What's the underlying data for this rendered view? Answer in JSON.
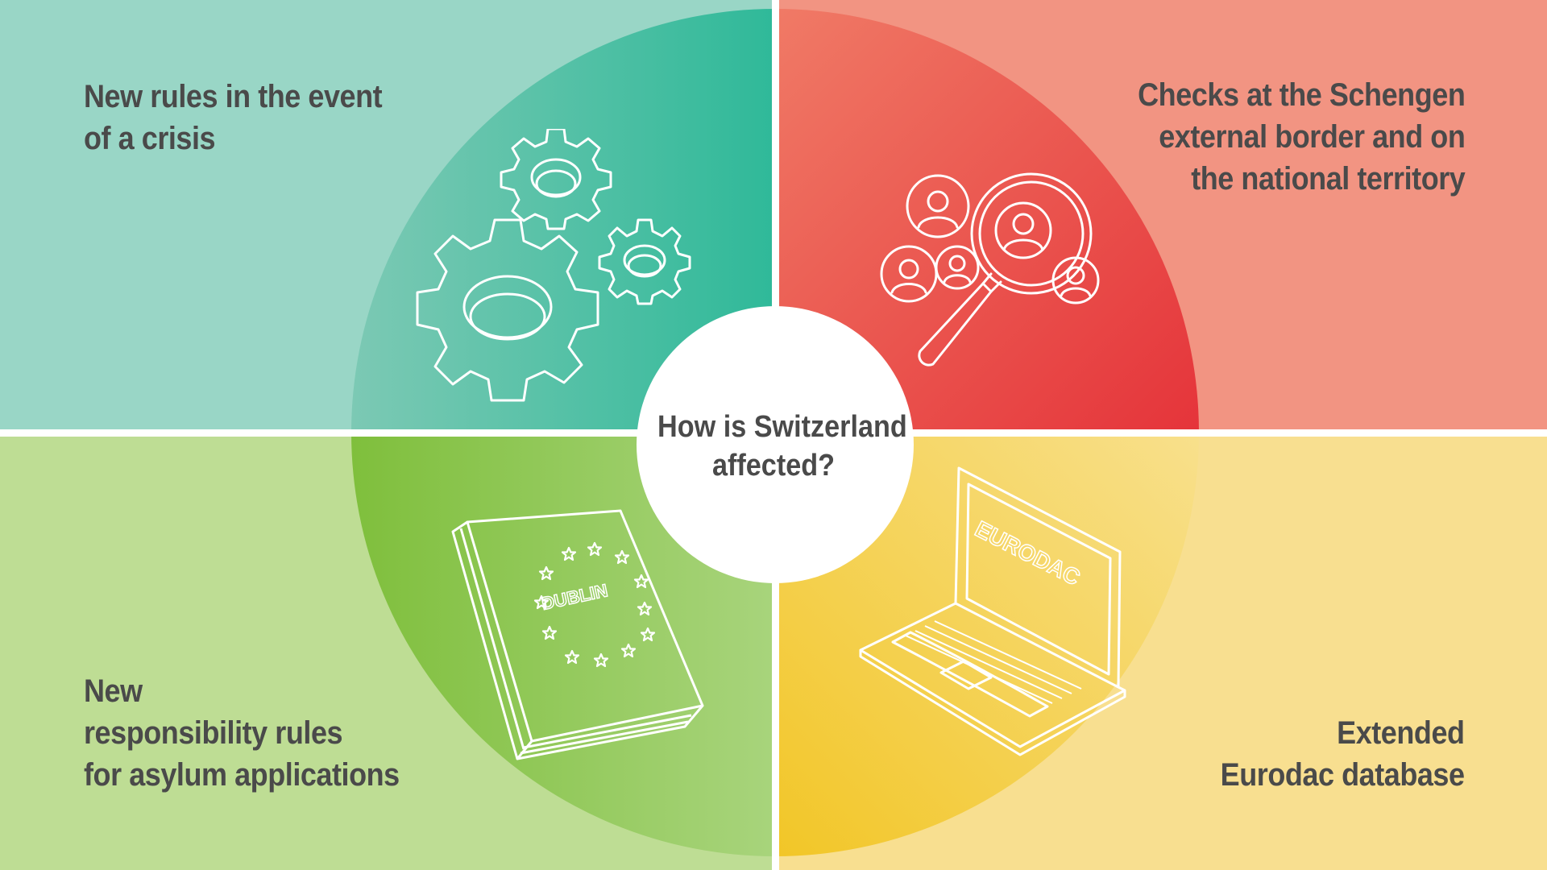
{
  "center": {
    "line1": "How is Switzerland",
    "line2": "affected?"
  },
  "quadrants": {
    "top_left": {
      "lines": [
        "New rules in the event",
        "of a crisis"
      ],
      "icon": "gears-icon",
      "color": "#99d6c6"
    },
    "top_right": {
      "lines": [
        "Checks at the Schengen",
        "external border and on",
        "the national territory"
      ],
      "icon": "magnifier-people-icon",
      "color": "#f29482"
    },
    "bottom_left": {
      "lines": [
        "New",
        "responsibility rules",
        "for asylum applications"
      ],
      "icon": "dublin-book-icon",
      "icon_text": "DUBLIN",
      "color": "#bedd94"
    },
    "bottom_right": {
      "lines": [
        "Extended",
        "Eurodac database"
      ],
      "icon": "laptop-icon",
      "icon_text": "EURODAC",
      "color": "#f8df90"
    }
  }
}
